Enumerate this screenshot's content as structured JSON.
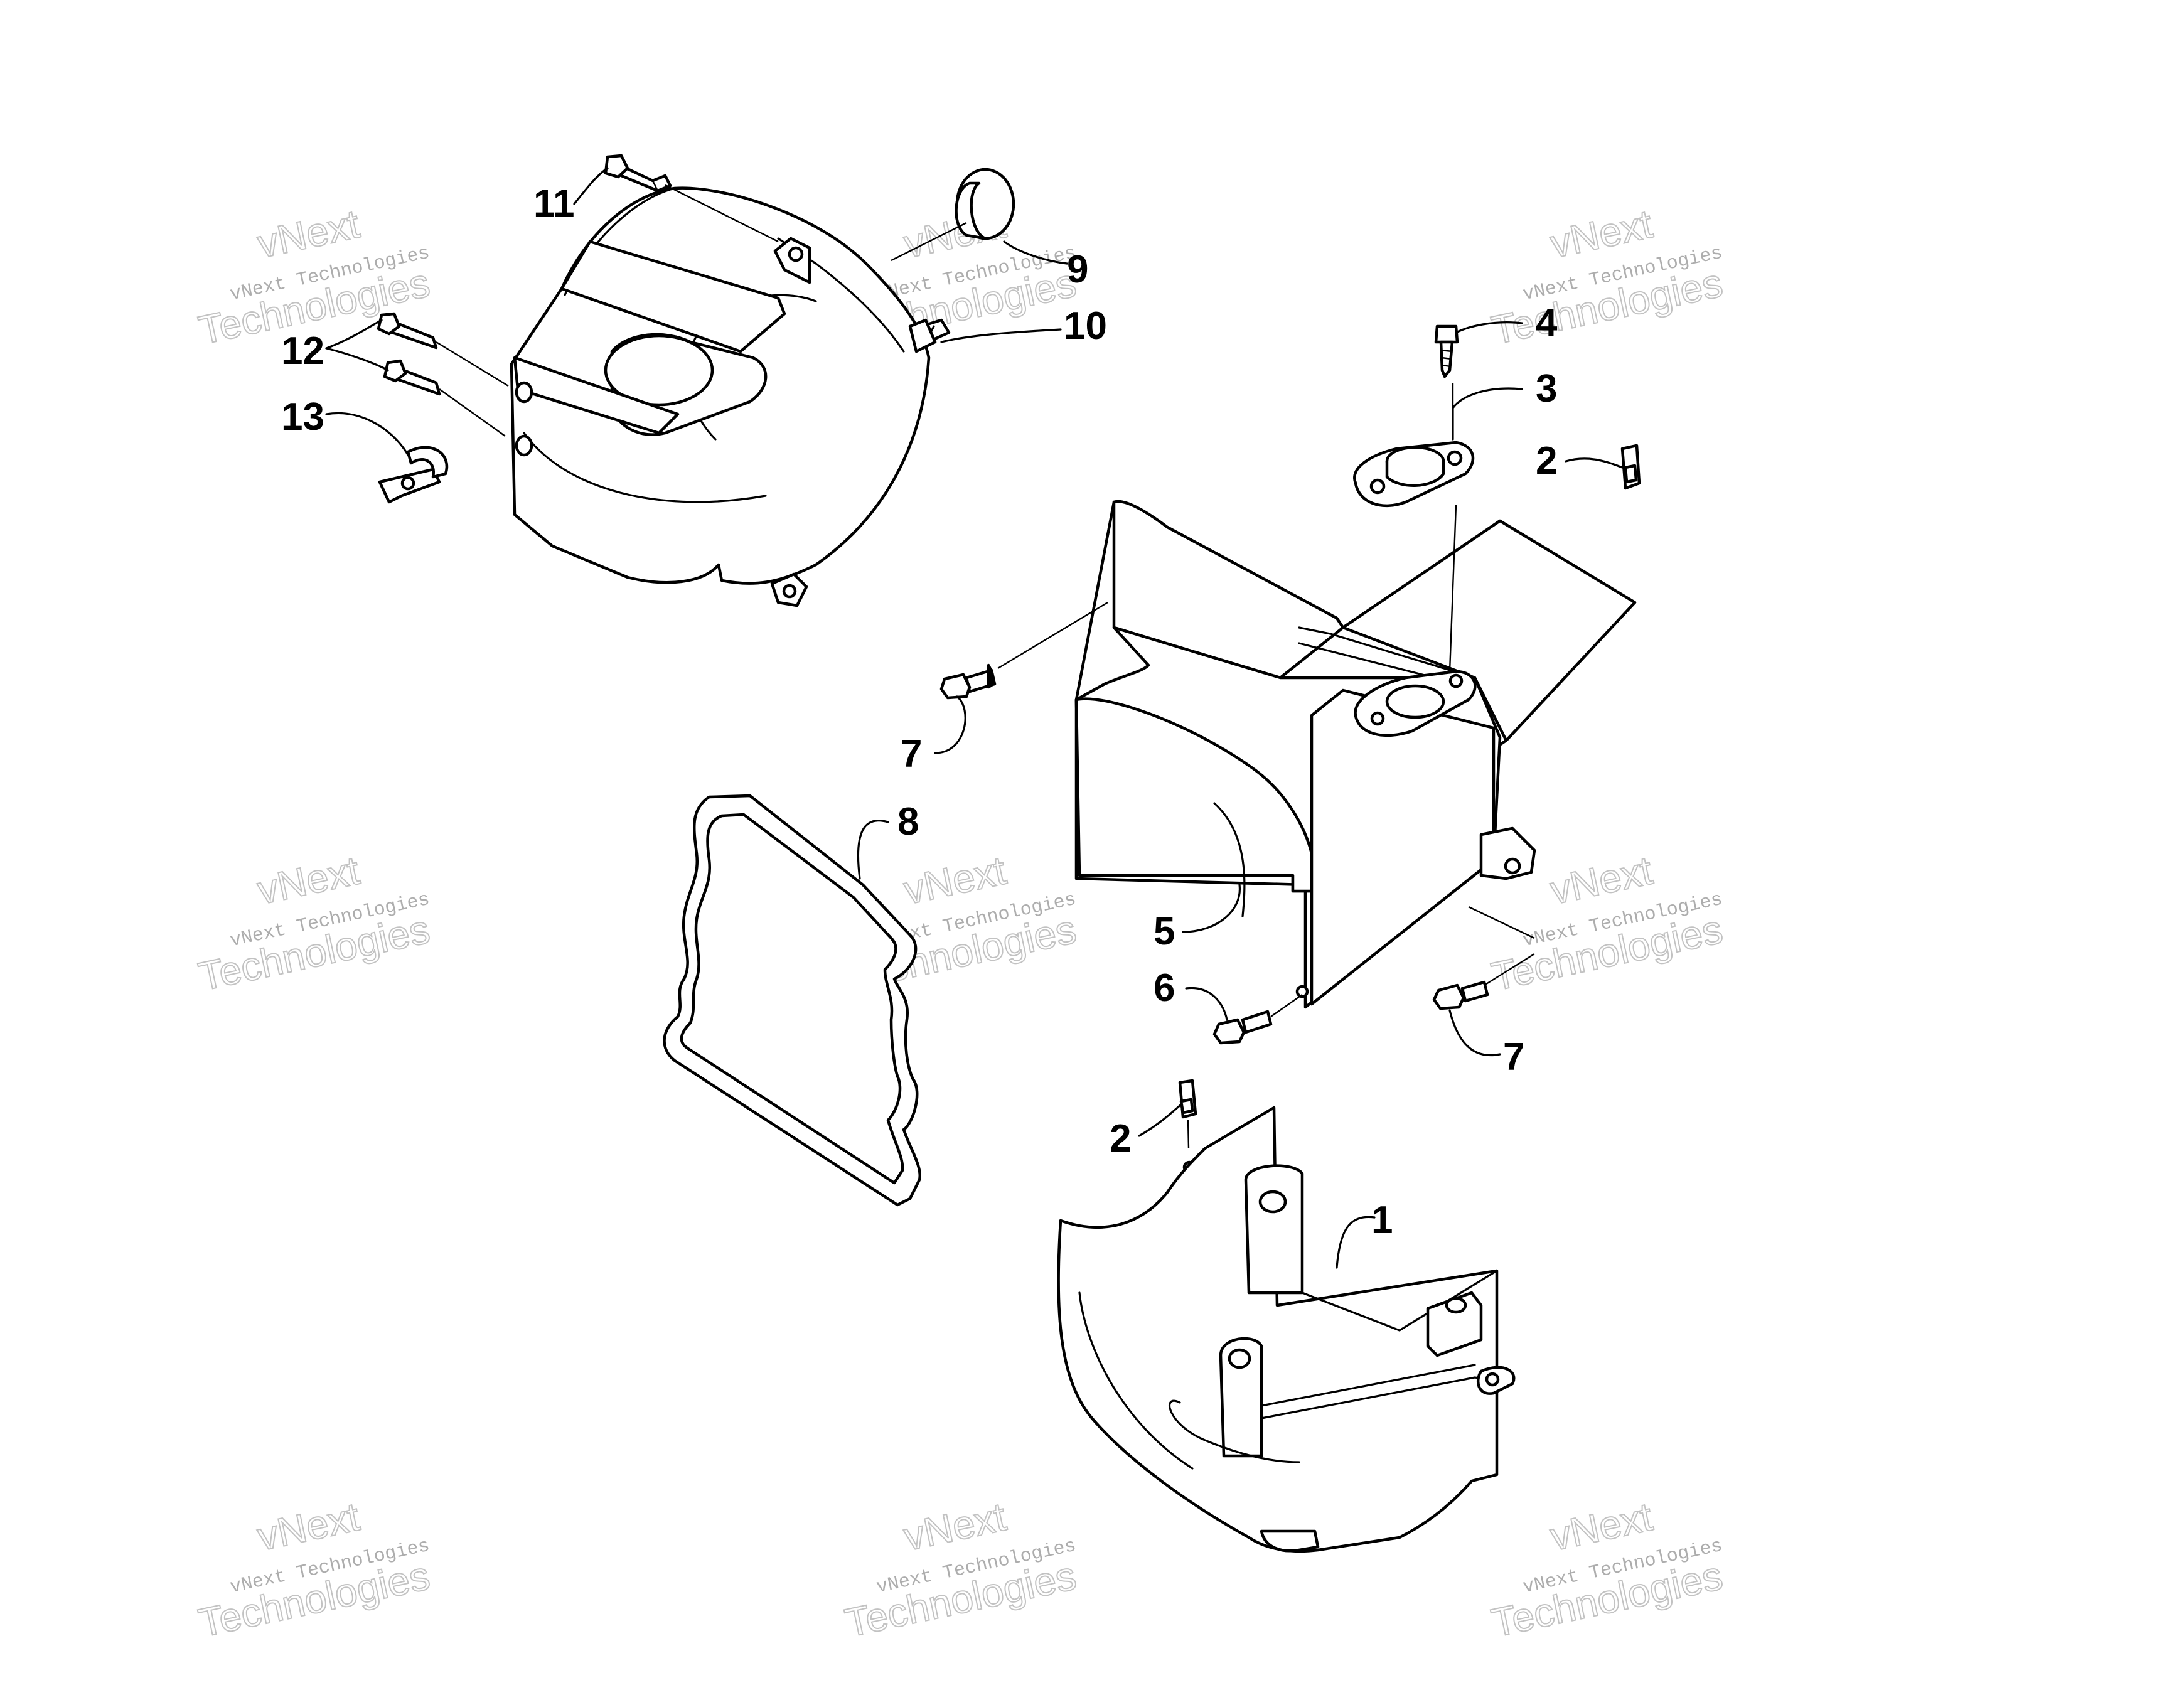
{
  "watermark": {
    "line1": "vNext",
    "line2": "vNext Technologies",
    "line3": "Technologies"
  },
  "callouts": {
    "c1": "1",
    "c2a": "2",
    "c2b": "2",
    "c3": "3",
    "c4": "4",
    "c5": "5",
    "c6": "6",
    "c7a": "7",
    "c7b": "7",
    "c8": "8",
    "c9": "9",
    "c10": "10",
    "c11": "11",
    "c12": "12",
    "c13": "13"
  }
}
